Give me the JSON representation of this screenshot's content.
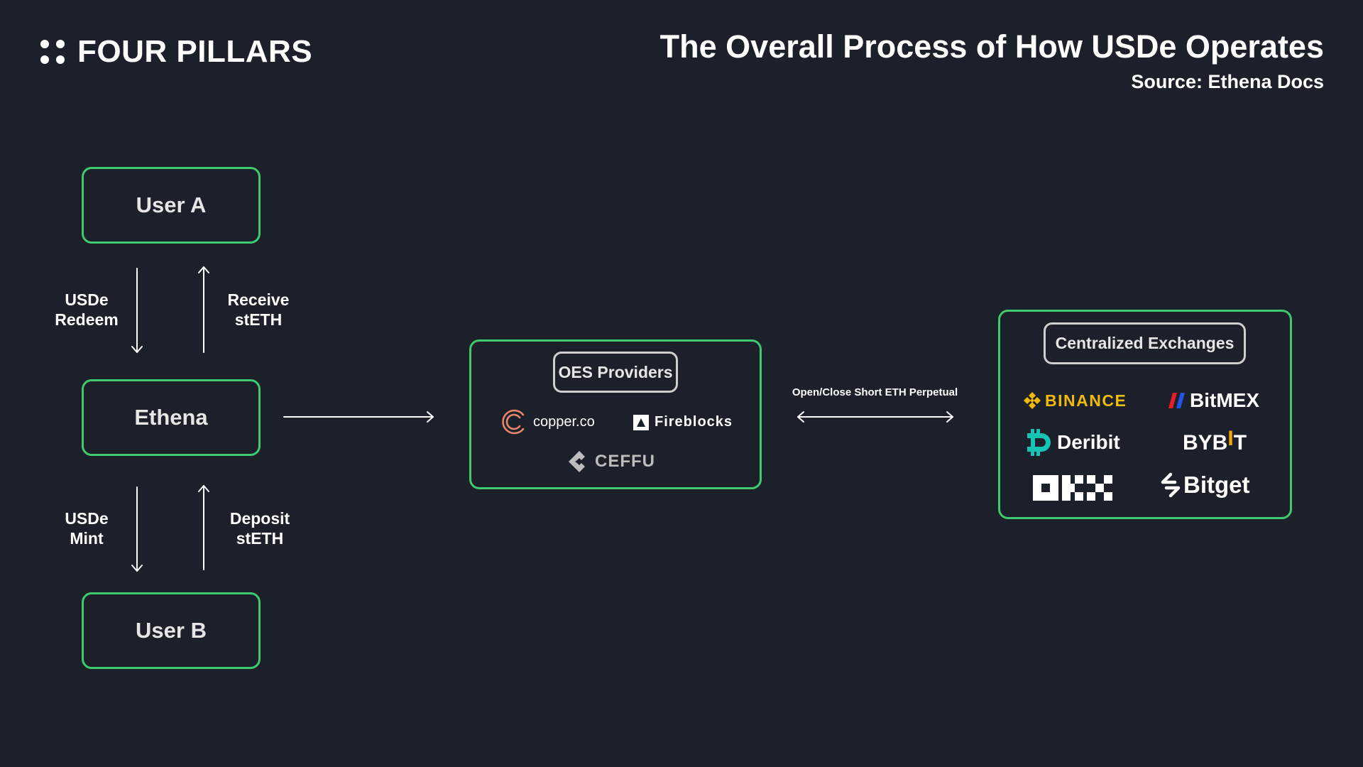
{
  "brand": {
    "name": "FOUR PILLARS"
  },
  "header": {
    "title": "The Overall Process of How USDe Operates",
    "source": "Source: Ethena Docs"
  },
  "nodes": {
    "user_a": "User A",
    "ethena": "Ethena",
    "user_b": "User B"
  },
  "edge_labels": {
    "usde_redeem": [
      "USDe",
      "Redeem"
    ],
    "receive_steth": [
      "Receive",
      "stETH"
    ],
    "usde_mint": [
      "USDe",
      "Mint"
    ],
    "deposit_steth": [
      "Deposit",
      "stETH"
    ],
    "perpetual": "Open/Close Short ETH Perpetual"
  },
  "oes": {
    "title": "OES Providers",
    "logos": {
      "copper": "copper.co",
      "fireblocks": "Fireblocks",
      "ceffu": "CEFFU"
    }
  },
  "cex": {
    "title": "Centralized Exchanges",
    "logos": {
      "binance": "BINANCE",
      "bitmex": "BitMEX",
      "deribit": "Deribit",
      "bybit": "BYBIT",
      "okx": "OKX",
      "bitget": "Bitget"
    }
  },
  "colors": {
    "background": "#1b202a",
    "box_border": "#3fcb6d",
    "binance": "#f0b90b",
    "bitmex": "#e41e26",
    "deribit": "#17c3b2",
    "bybit": "#f7a600",
    "copper": "#e8856a"
  }
}
